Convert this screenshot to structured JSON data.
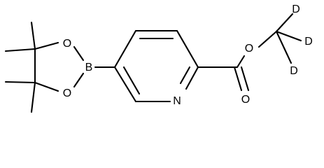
{
  "atoms": {
    "boron": "B",
    "ring_oxygen_top": "O",
    "ring_oxygen_bottom": "O",
    "pyridine_nitrogen": "N",
    "ester_oxygen_single": "O",
    "ester_oxygen_double": "O",
    "deuterium_top": "D",
    "deuterium_right": "D",
    "deuterium_bottom": "D"
  }
}
